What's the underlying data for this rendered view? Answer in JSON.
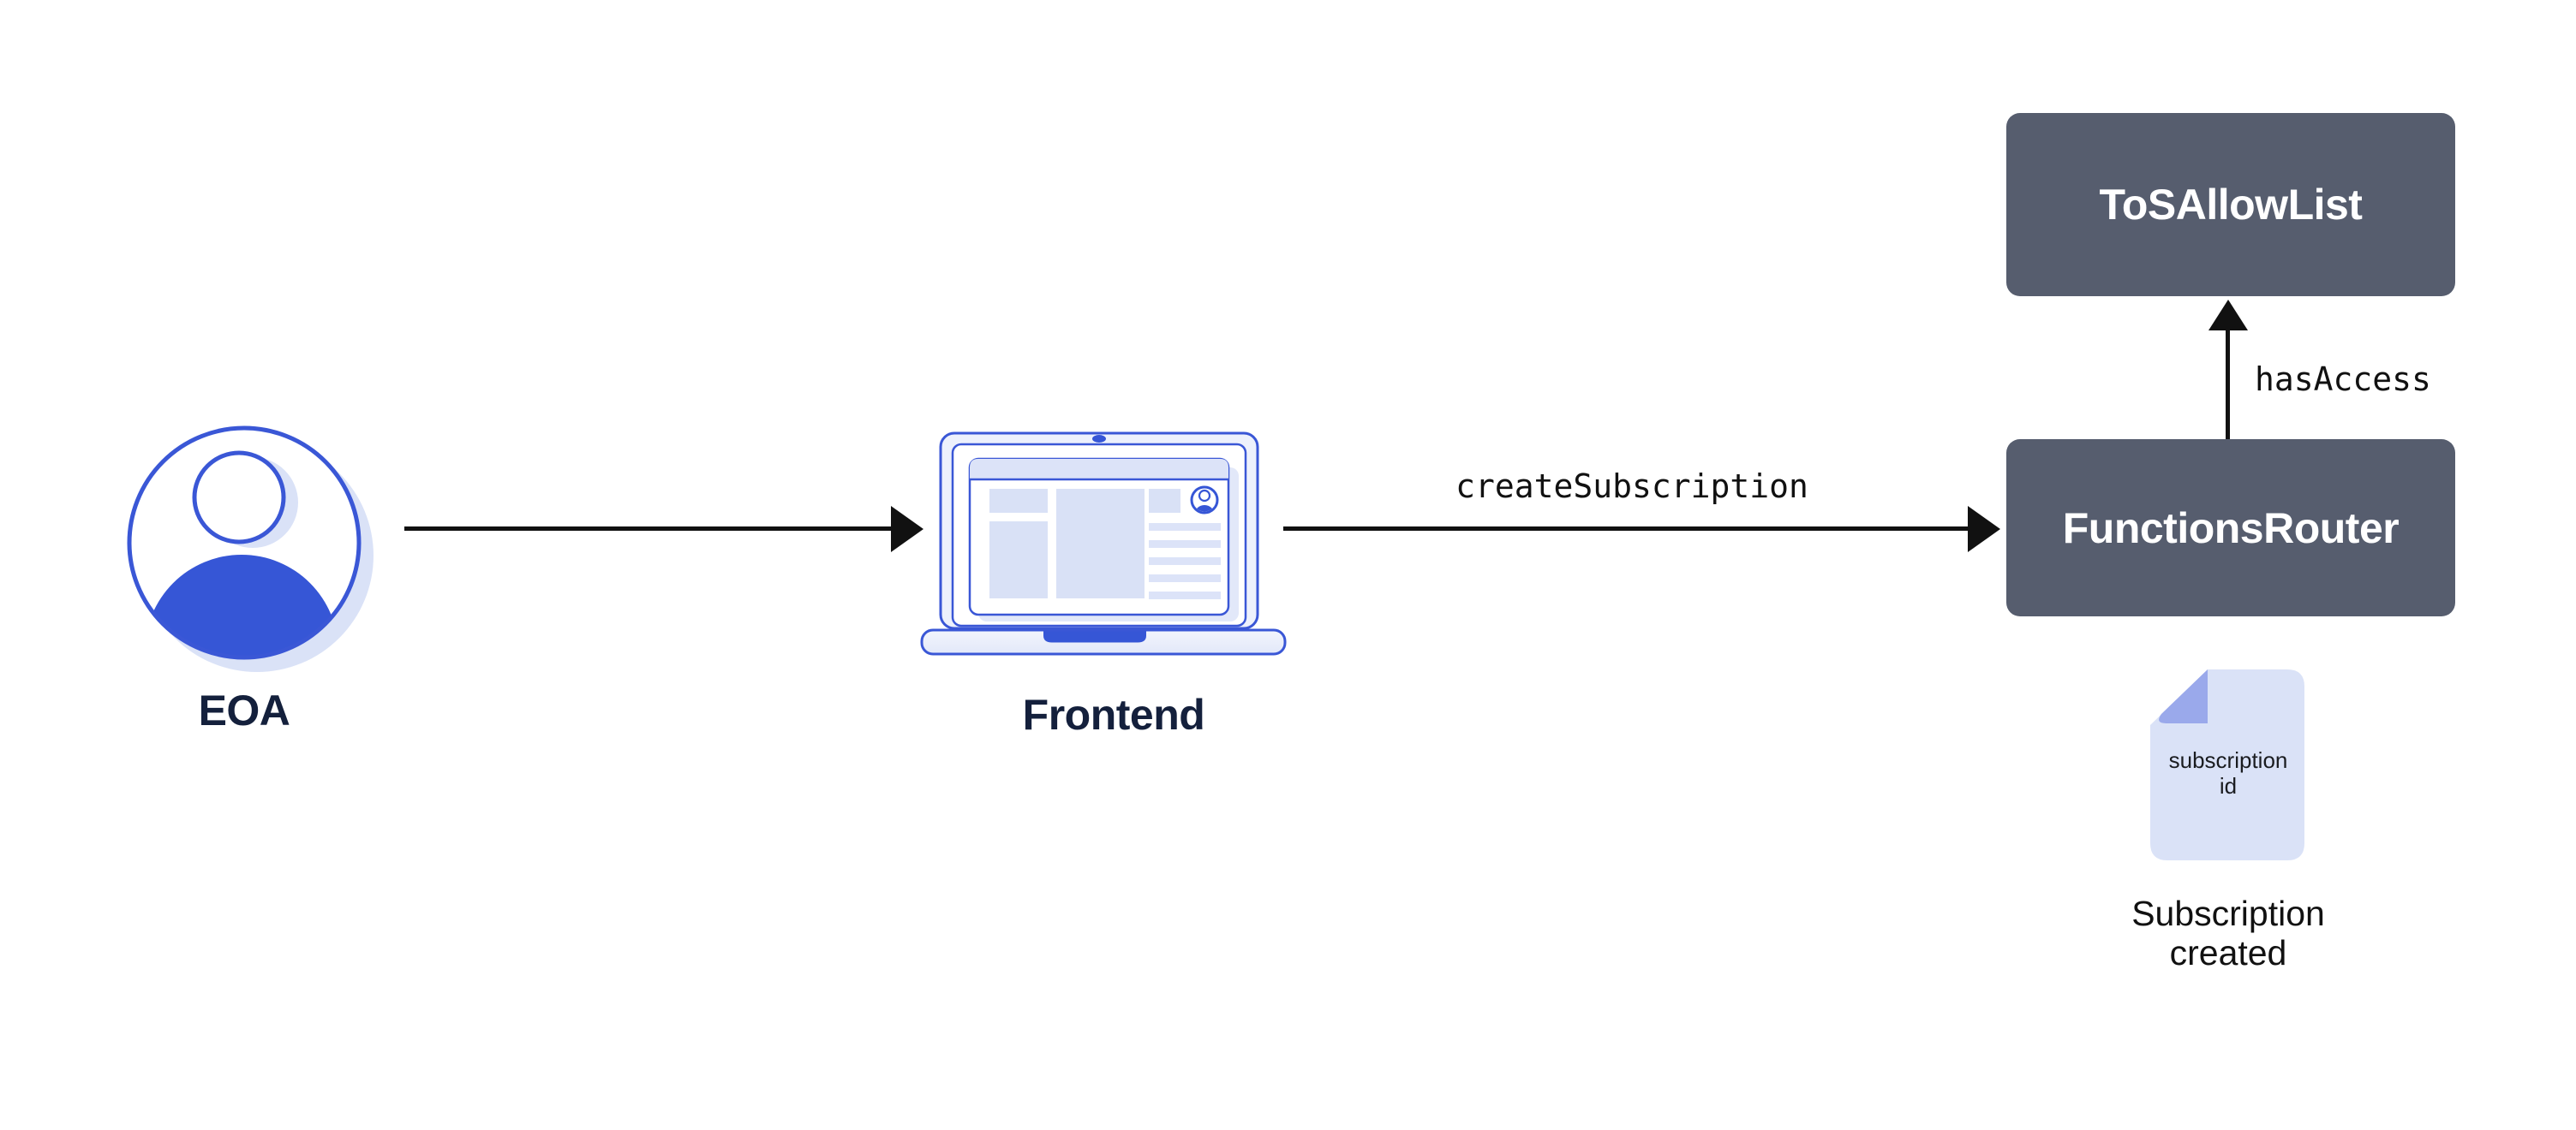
{
  "diagram": {
    "colors": {
      "accent_blue": "#3656d6",
      "outline_blue": "#3a57d6",
      "lavender": "#dae2f7",
      "pale_lavender": "#edf1fc",
      "fold_periwinkle": "#9aa9eb",
      "node_dark": "#565d6e",
      "label_navy": "#14203c",
      "arrow_black": "#111111"
    },
    "nodes": {
      "eoa": {
        "label": "EOA"
      },
      "frontend": {
        "label": "Frontend"
      },
      "tos_allow_list": {
        "label": "ToSAllowList"
      },
      "functions_router": {
        "label": "FunctionsRouter"
      }
    },
    "edges": {
      "frontend_to_functions_router": {
        "label": "createSubscription"
      },
      "functions_router_to_tos_allow_list": {
        "label": "hasAccess"
      }
    },
    "artifact": {
      "document_line1": "subscription",
      "document_line2": "id",
      "caption_line1": "Subscription",
      "caption_line2": "created"
    }
  }
}
